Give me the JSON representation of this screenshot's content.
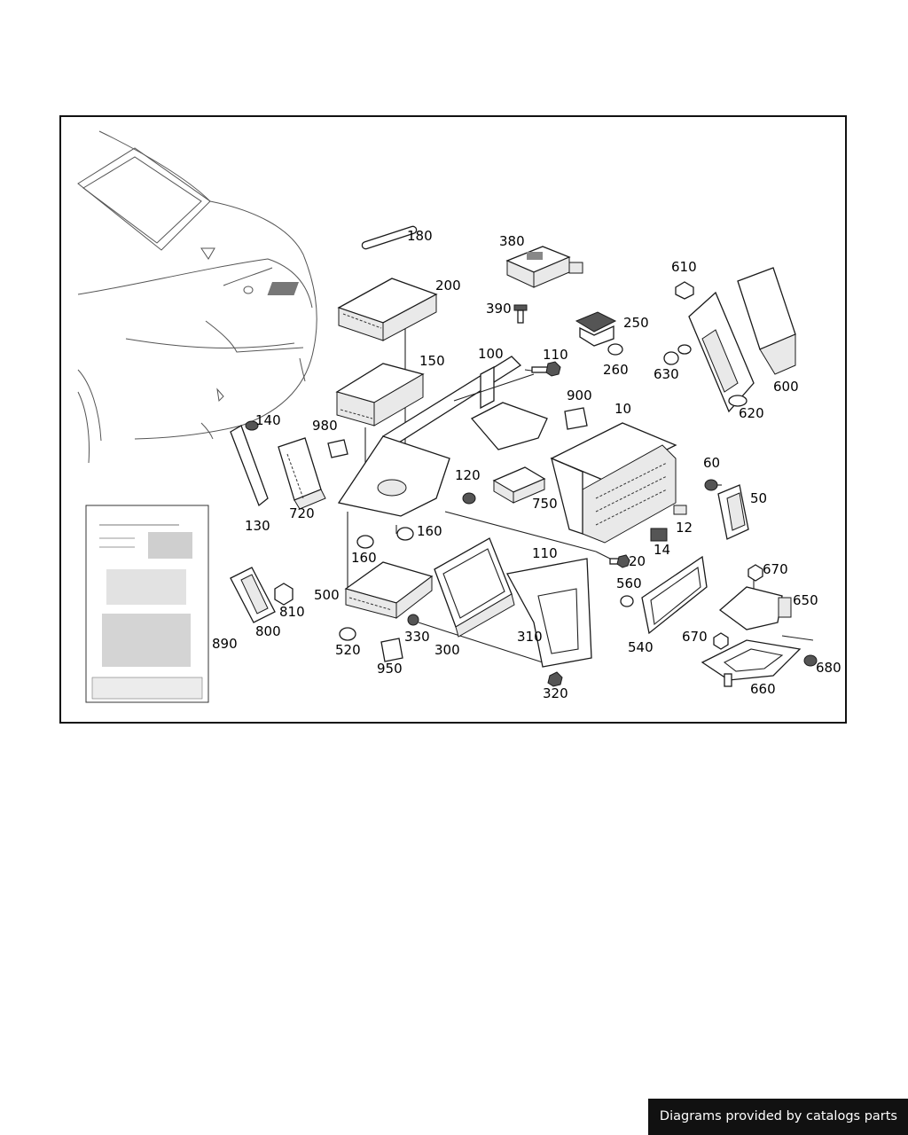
{
  "callouts": [
    {
      "id": "c180",
      "text": "180"
    },
    {
      "id": "c200",
      "text": "200"
    },
    {
      "id": "c380",
      "text": "380"
    },
    {
      "id": "c390",
      "text": "390"
    },
    {
      "id": "c250",
      "text": "250"
    },
    {
      "id": "c260",
      "text": "260"
    },
    {
      "id": "c610",
      "text": "610"
    },
    {
      "id": "c630",
      "text": "630"
    },
    {
      "id": "c600",
      "text": "600"
    },
    {
      "id": "c620",
      "text": "620"
    },
    {
      "id": "c150",
      "text": "150"
    },
    {
      "id": "c100",
      "text": "100"
    },
    {
      "id": "c110a",
      "text": "110"
    },
    {
      "id": "c900",
      "text": "900"
    },
    {
      "id": "c10",
      "text": "10"
    },
    {
      "id": "c140",
      "text": "140"
    },
    {
      "id": "c980",
      "text": "980"
    },
    {
      "id": "c720",
      "text": "720"
    },
    {
      "id": "c130",
      "text": "130"
    },
    {
      "id": "c120",
      "text": "120"
    },
    {
      "id": "c750",
      "text": "750"
    },
    {
      "id": "c60",
      "text": "60"
    },
    {
      "id": "c50",
      "text": "50"
    },
    {
      "id": "c12",
      "text": "12"
    },
    {
      "id": "c14",
      "text": "14"
    },
    {
      "id": "c160a",
      "text": "160"
    },
    {
      "id": "c160b",
      "text": "160"
    },
    {
      "id": "c110b",
      "text": "110"
    },
    {
      "id": "c20",
      "text": "20"
    },
    {
      "id": "c670a",
      "text": "670"
    },
    {
      "id": "c650",
      "text": "650"
    },
    {
      "id": "c560",
      "text": "560"
    },
    {
      "id": "c500",
      "text": "500"
    },
    {
      "id": "c810",
      "text": "810"
    },
    {
      "id": "c800",
      "text": "800"
    },
    {
      "id": "c330",
      "text": "330"
    },
    {
      "id": "c310",
      "text": "310"
    },
    {
      "id": "c890",
      "text": "890"
    },
    {
      "id": "c520",
      "text": "520"
    },
    {
      "id": "c300",
      "text": "300"
    },
    {
      "id": "c950",
      "text": "950"
    },
    {
      "id": "c540",
      "text": "540"
    },
    {
      "id": "c670b",
      "text": "670"
    },
    {
      "id": "c680",
      "text": "680"
    },
    {
      "id": "c660",
      "text": "660"
    },
    {
      "id": "c320",
      "text": "320"
    }
  ],
  "footer": {
    "credit": "Diagrams provided by catalogs parts"
  }
}
